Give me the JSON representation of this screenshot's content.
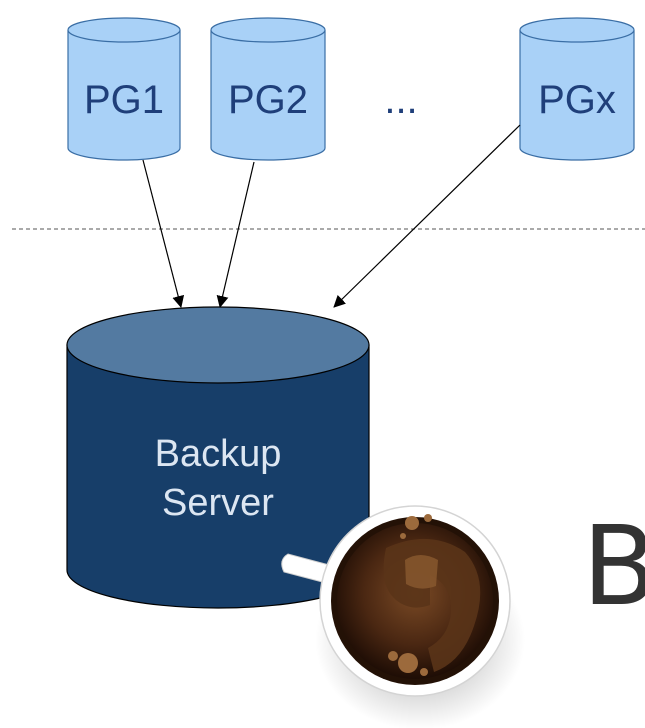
{
  "sources": [
    {
      "label": "PG1"
    },
    {
      "label": "PG2"
    },
    {
      "label": "PGx"
    }
  ],
  "ellipsis": "...",
  "backup_server": {
    "line1": "Backup",
    "line2": "Server"
  },
  "logo": {
    "icon": "coffee-cup-elephant-icon",
    "text": "Ba"
  },
  "colors": {
    "source_db_fill": "#a9d1f7",
    "source_db_stroke": "#3a6ea5",
    "source_label": "#1f3f7a",
    "server_body": "#173e69",
    "server_top": "#537aa1",
    "server_label": "#dce6f2",
    "separator": "#555555",
    "arrow": "#000000",
    "logo_text": "#333333"
  }
}
